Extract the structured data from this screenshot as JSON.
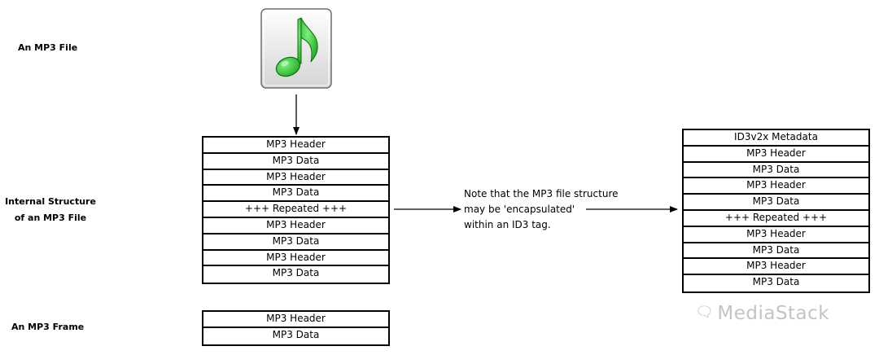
{
  "labels": {
    "mp3_file": "An MP3 File",
    "internal_line1": "Internal Structure",
    "internal_line2": "of an MP3 File",
    "mp3_frame": "An MP3 Frame"
  },
  "icon": {
    "name": "music-note-icon",
    "color": "#2cc22c"
  },
  "left_stack": [
    "MP3 Header",
    "MP3 Data",
    "MP3 Header",
    "MP3 Data",
    "+++ Repeated +++",
    "MP3 Header",
    "MP3 Data",
    "MP3 Header",
    "MP3 Data"
  ],
  "frame_stack": [
    "MP3 Header",
    "MP3 Data"
  ],
  "right_stack": [
    "ID3v2x Metadata",
    "MP3 Header",
    "MP3 Data",
    "MP3 Header",
    "MP3 Data",
    "+++ Repeated +++",
    "MP3 Header",
    "MP3 Data",
    "MP3 Header",
    "MP3 Data"
  ],
  "note": {
    "line1": "Note that the MP3 file structure",
    "line2": "may be 'encapsulated'",
    "line3": "within an ID3 tag."
  },
  "watermark": "MediaStack"
}
